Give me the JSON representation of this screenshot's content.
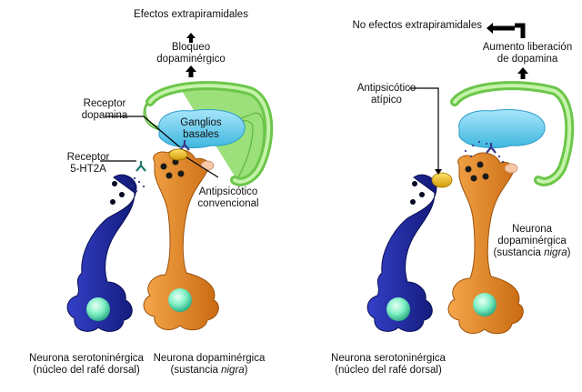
{
  "left_panel": {
    "top_label": "Efectos extrapiramidales",
    "block_line1": "Bloqueo",
    "block_line2": "dopaminérgico",
    "receptor_dopamina_line1": "Receptor",
    "receptor_dopamina_line2": "dopamina",
    "receptor_5ht2a_line1": "Receptor",
    "receptor_5ht2a_line2": "5-HT2A",
    "ganglia_line1": "Ganglios",
    "ganglia_line2": "basales",
    "drug_line1": "Antipsicótico",
    "drug_line2": "convencional",
    "sero_line1": "Neurona serotoninérgica",
    "sero_line2": "(núcleo del rafé dorsal)",
    "dopa_line1": "Neurona dopaminérgica",
    "dopa_line2_pre": "(sustancia ",
    "dopa_line2_it": "nigra",
    "dopa_line2_post": ")"
  },
  "right_panel": {
    "top_label": "No efectos extrapiramidales",
    "release_line1": "Aumento liberación",
    "release_line2": "de dopamina",
    "drug_line1": "Antipsicótico",
    "drug_line2": "atípico",
    "dopa_line1": "Neurona",
    "dopa_line2": "dopaminérgica",
    "dopa_line3_pre": "(sustancia ",
    "dopa_line3_it": "nigra",
    "dopa_line3_post": ")",
    "sero_line1": "Neurona serotoninérgica",
    "sero_line2": "(núcleo del rafé dorsal)",
    "dopa_bottom_hidden": ""
  },
  "colors": {
    "serotonin_neuron": "#1f2a9c",
    "dopamine_neuron": "#e08a2c",
    "nucleus": "#7ff0c4",
    "basal_ganglia": "#66ccee",
    "striatum_tract": "#8fdc6a",
    "drug_pill": "#f2c21a",
    "receptor": "#3a3a8a"
  }
}
